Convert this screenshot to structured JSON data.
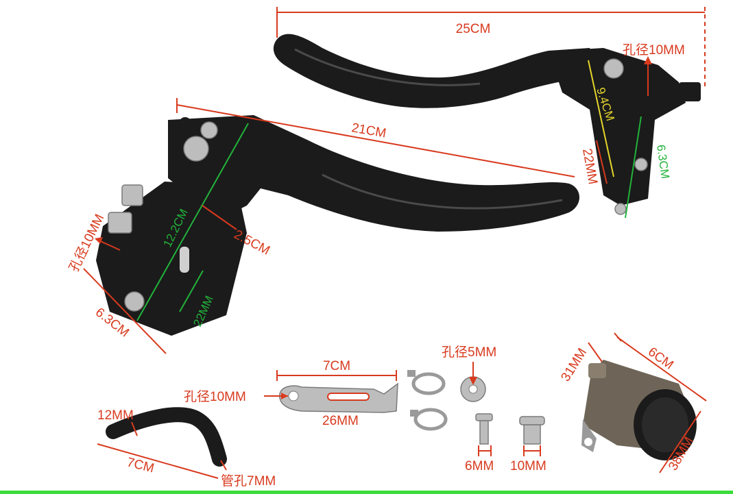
{
  "labels": {
    "lever_top_length": "25CM",
    "lever_top_hole": "孔径10MM",
    "lever_top_height": "9.4CM",
    "lever_top_width": "22MM",
    "lever_top_depth": "6.3CM",
    "lever_mid_length": "21CM",
    "pump_hole": "孔径10MM",
    "pump_height": "12.2CM",
    "pump_offset": "2.5CM",
    "pump_width": "22MM",
    "pump_depth": "6.3CM",
    "bracket_length": "7CM",
    "bracket_hole": "孔径10MM",
    "bracket_slot": "26MM",
    "clip_hole": "孔径5MM",
    "screw_small": "6MM",
    "screw_large": "10MM",
    "hose_diameter": "12MM",
    "hose_length": "7CM",
    "hose_bore": "管孔7MM",
    "reservoir_neck": "31MM",
    "reservoir_length": "6CM",
    "reservoir_diameter": "38MM"
  },
  "colors": {
    "dimension_red": "#d83a1e",
    "dimension_green": "#22b33a",
    "dimension_yellow": "#e5d62a",
    "lever_black": "#1b1b1b",
    "aluminium": "#bdbdbd",
    "bottom_rule": "#3cdc3c"
  }
}
